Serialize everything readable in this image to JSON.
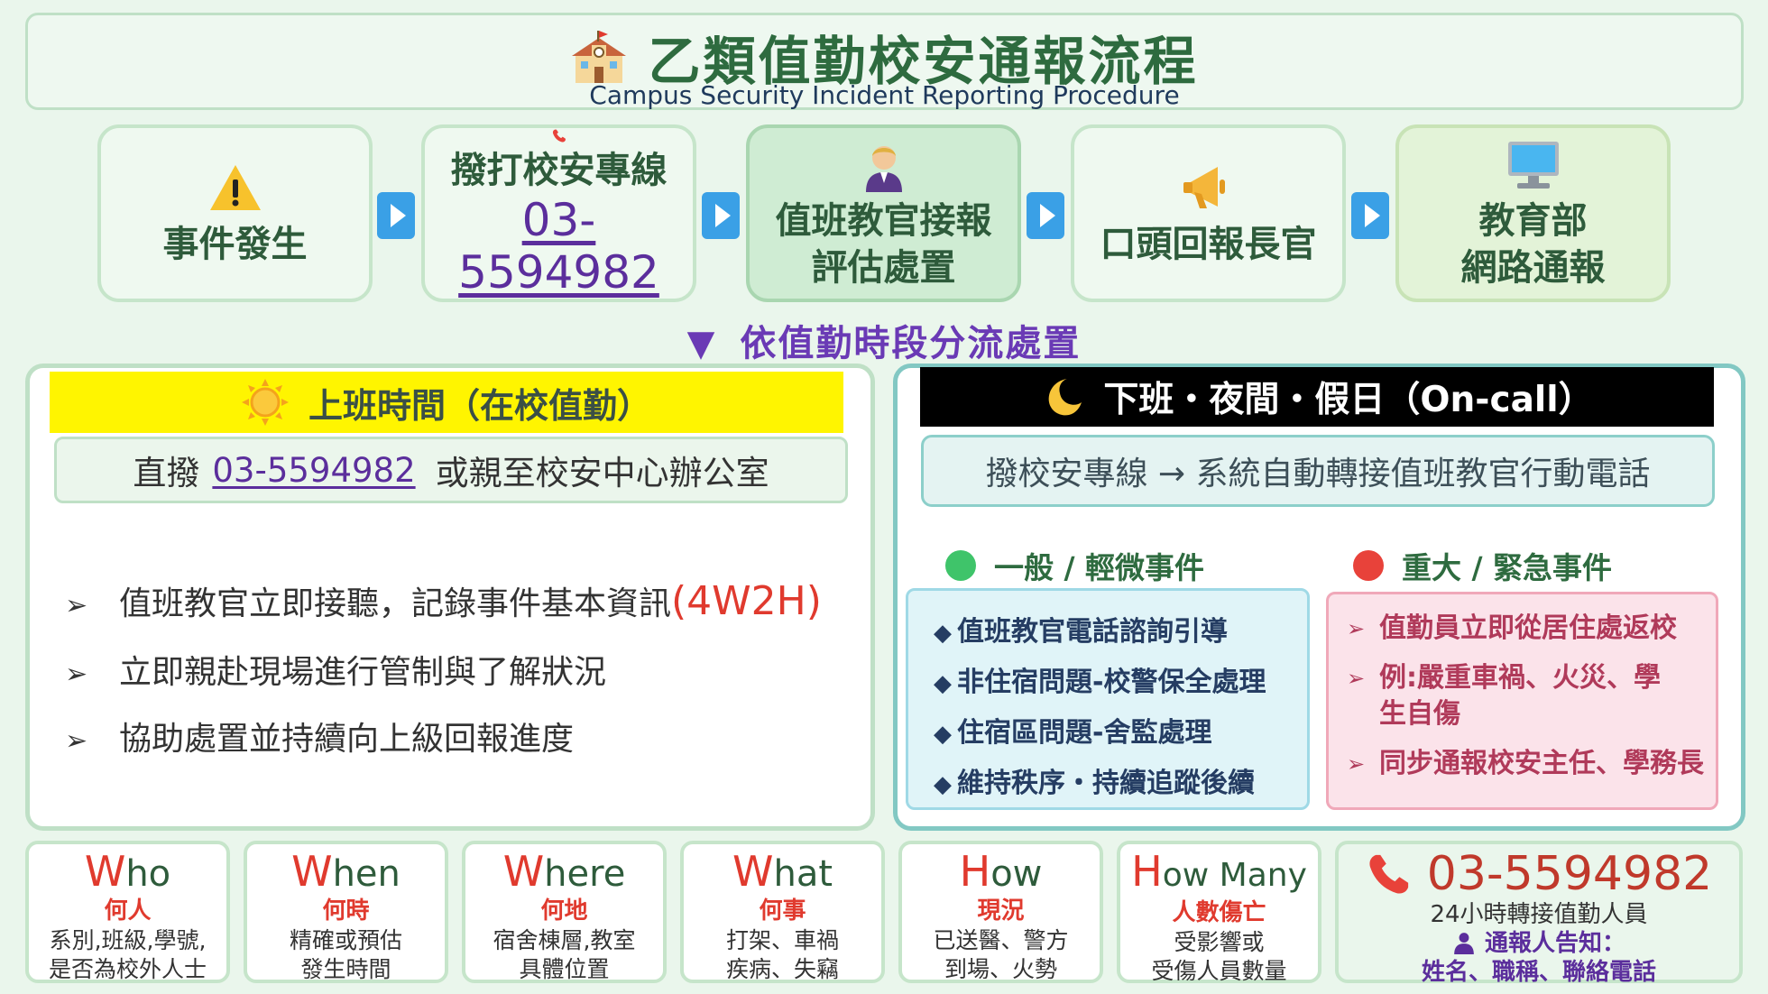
{
  "header": {
    "title": "乙類值勤校安通報流程",
    "subtitle": "Campus Security Incident Reporting Procedure",
    "icon": "school-building-icon"
  },
  "steps": [
    {
      "label": "事件發生",
      "icon": "warning-icon"
    },
    {
      "label": "撥打校安專線",
      "phone": "03-5594982",
      "icon": "phone-icon"
    },
    {
      "label": "值班教官接報",
      "label2": "評估處置",
      "icon": "officer-icon"
    },
    {
      "label": "口頭回報長官",
      "icon": "megaphone-icon"
    },
    {
      "label": "教育部",
      "label2": "網路通報",
      "icon": "computer-icon"
    }
  ],
  "split_label": "依值勤時段分流處置",
  "split_marker": "▼",
  "day": {
    "title": "上班時間（在校值勤）",
    "direct_prefix": "直撥",
    "direct_phone": "03-5594982",
    "direct_suffix": "或親至校安中心辦公室",
    "bullet": "➢",
    "items": [
      {
        "text": "值班教官立即接聽，記錄事件基本資訊",
        "highlight": "(4W2H)"
      },
      {
        "text": "立即親赴現場進行管制與了解狀況"
      },
      {
        "text": "協助處置並持續向上級回報進度"
      }
    ]
  },
  "night": {
    "title": "下班・夜間・假日（On-call）",
    "transfer": "撥校安專線 → 系統自動轉接值班教官行動電話",
    "minor": {
      "label": "一般 / 輕微事件",
      "dot_color": "#3fc46a",
      "bullet": "◆",
      "items": [
        "值班教官電話諮詢引導",
        "非住宿問題-校警保全處理",
        "住宿區問題-舍監處理",
        "維持秩序・持續追蹤後續"
      ]
    },
    "major": {
      "label": "重大 / 緊急事件",
      "dot_color": "#e8423a",
      "bullet": "➢",
      "items": [
        "值勤員立即從居住處返校",
        "例:嚴重車禍、火災、學生自傷",
        "同步通報校安主任、學務長"
      ]
    }
  },
  "w5h": [
    {
      "cap": "W",
      "rest": "ho",
      "zh": "何人",
      "desc1": "系別,班級,學號,",
      "desc2": "是否為校外人士"
    },
    {
      "cap": "W",
      "rest": "hen",
      "zh": "何時",
      "desc1": "精確或預估",
      "desc2": "發生時間"
    },
    {
      "cap": "W",
      "rest": "here",
      "zh": "何地",
      "desc1": "宿舍棟層,教室",
      "desc2": "具體位置"
    },
    {
      "cap": "W",
      "rest": "hat",
      "zh": "何事",
      "desc1": "打架、車禍",
      "desc2": "疾病、失竊"
    },
    {
      "cap": "H",
      "rest": "ow",
      "zh": "現況",
      "desc1": "已送醫、警方",
      "desc2": "到場、火勢"
    },
    {
      "cap": "H",
      "rest": "ow Many",
      "zh": "人數傷亡",
      "desc1": "受影響或",
      "desc2": "受傷人員數量"
    }
  ],
  "contact": {
    "phone": "03-5594982",
    "sub": "24小時轉接值勤人員",
    "notify": "通報人告知：",
    "fields": "姓名、職稱、聯絡電話"
  },
  "colors": {
    "accent_green": "#2e6b3f",
    "phone_purple": "#5b2e9c",
    "alert_red": "#e03a2e",
    "arrow_blue": "#3aa0e6",
    "day_header": "#fff500"
  }
}
